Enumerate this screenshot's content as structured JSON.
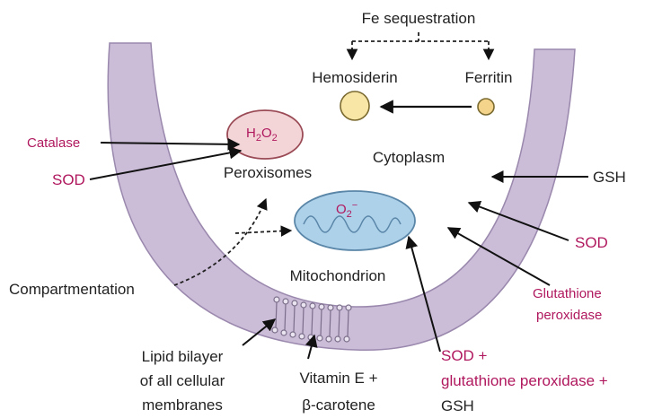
{
  "colors": {
    "membrane": "#cbbcd8",
    "membrane_edge": "#9a88ad",
    "magenta_text": "#b0185e",
    "peroxisome_fill": "#f3d5d8",
    "peroxisome_edge": "#9a4a55",
    "mito_fill": "#aed1ea",
    "mito_edge": "#5a86a8",
    "granule_fill": "#f8e6a6",
    "granule_edge": "#7a6a30"
  },
  "labels": {
    "fe_sequestration": "Fe sequestration",
    "hemosiderin": "Hemosiderin",
    "ferritin": "Ferritin",
    "h2o2_main": "H",
    "h2o2_sub1": "2",
    "h2o2_mid": "O",
    "h2o2_sub2": "2",
    "peroxisomes": "Peroxisomes",
    "cytoplasm": "Cytoplasm",
    "catalase": "Catalase",
    "sod_left": "SOD",
    "gsh_right": "GSH",
    "sod_right": "SOD",
    "glutathione_peroxidase_1": "Glutathione",
    "glutathione_peroxidase_2": "peroxidase",
    "superoxide_main": "O",
    "superoxide_sub": "2",
    "superoxide_sup": "−",
    "mitochondrion": "Mitochondrion",
    "compartmentation": "Compartmentation",
    "lipid_bilayer_1": "Lipid bilayer",
    "lipid_bilayer_2": "of all cellular",
    "lipid_bilayer_3": "membranes",
    "vitamin_1": "Vitamin E +",
    "vitamin_2": "β-carotene",
    "sod_combo_1": "SOD +",
    "sod_combo_2": "glutathione peroxidase +",
    "sod_combo_3": "GSH"
  }
}
